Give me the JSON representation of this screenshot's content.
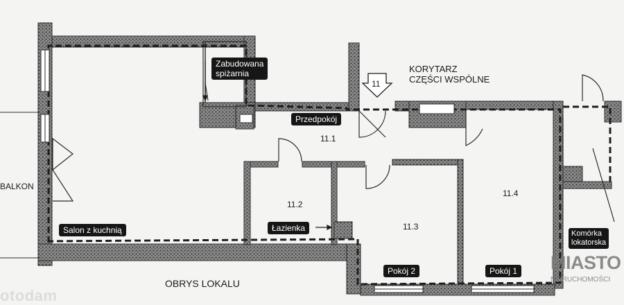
{
  "labels": {
    "corridor": "KORYTARZ\nCZĘŚCI WSPÓLNE",
    "outline": "OBRYS LOKALU",
    "balcony": "BALKON",
    "entrance_number": "11"
  },
  "rooms": {
    "pantry": "Zabudowana\nspiżarnia",
    "hall_name": "Przedpokój",
    "hall_number": "11.1",
    "living_name": "Salon z kuchnią",
    "bathroom_number": "11.2",
    "bathroom_name": "Łazienka",
    "room2_number": "11.3",
    "room2_name": "Pokój 2",
    "room1_number": "11.4",
    "room1_name": "Pokój 1",
    "storage_name": "Komórka\nlokatorska"
  },
  "watermarks": {
    "portal": "otodam",
    "agency_name": "MIASTO",
    "agency_sub": "NIERUCHOMOŚCI"
  },
  "colors": {
    "wall": "#2b2b2b",
    "hatch": "#6a6a6a",
    "tag_background": "#161616"
  }
}
